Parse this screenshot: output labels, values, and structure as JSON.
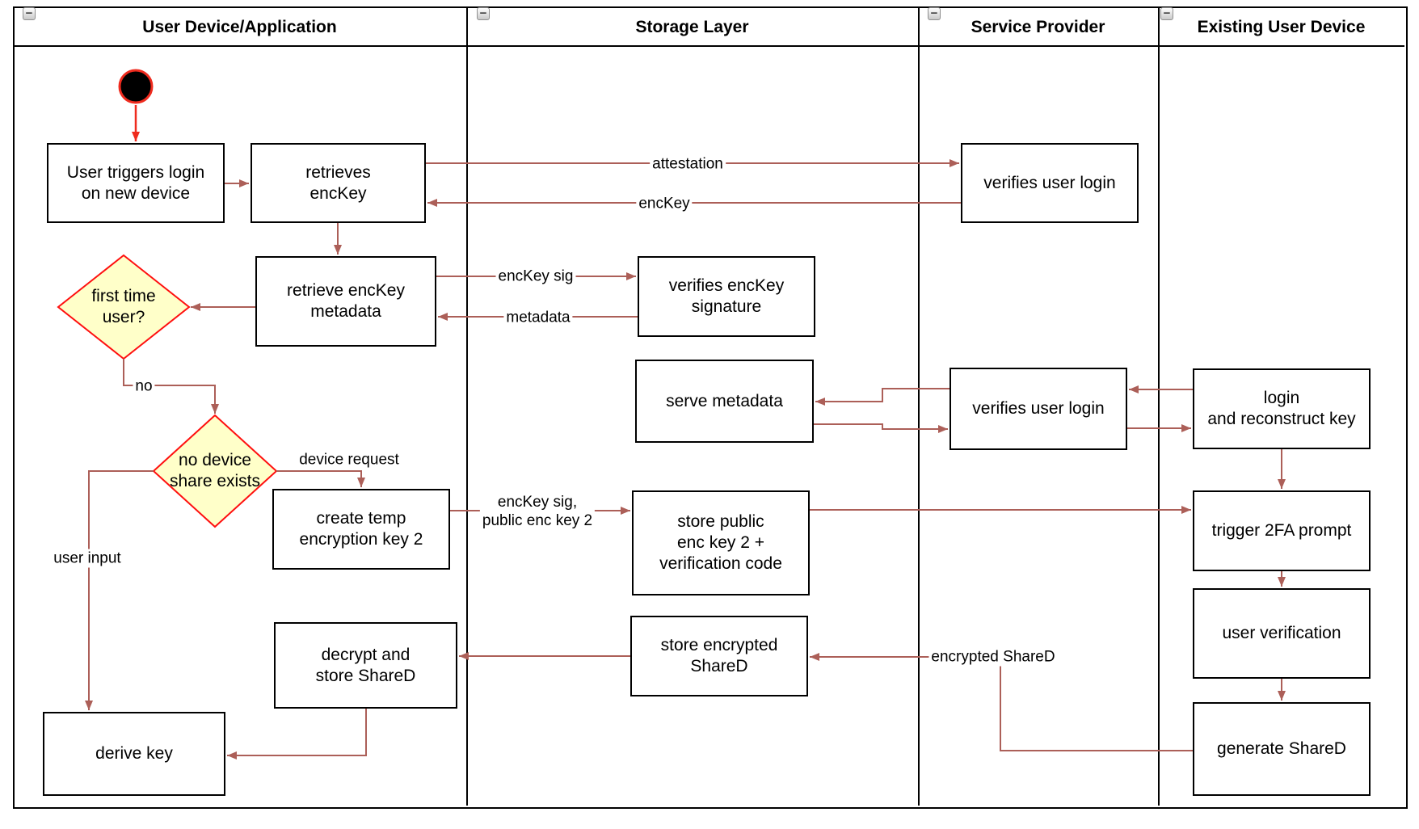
{
  "lanes": [
    {
      "title": "User Device/Application"
    },
    {
      "title": "Storage Layer"
    },
    {
      "title": "Service Provider"
    },
    {
      "title": "Existing User Device"
    }
  ],
  "icons": {
    "collapse": "−"
  },
  "nodes": {
    "user_triggers": "User triggers login\non new device",
    "retrieves_enckey": "retrieves\nencKey",
    "verifies_login_1": "verifies user login",
    "retrieve_metadata": "retrieve encKey\nmetadata",
    "verifies_signature": "verifies encKey\nsignature",
    "serve_metadata": "serve metadata",
    "verifies_login_2": "verifies user login",
    "login_reconstruct": "login\nand reconstruct key",
    "create_temp_key": "create temp\nencryption key 2",
    "store_public_key": "store public\nenc key 2 +\nverification code",
    "trigger_2fa": "trigger 2FA prompt",
    "user_verification": "user verification",
    "generate_shared": "generate ShareD",
    "store_encrypted": "store encrypted\nShareD",
    "decrypt_store": "decrypt and\nstore ShareD",
    "derive_key": "derive key"
  },
  "decisions": {
    "first_time": "first time\nuser?",
    "no_device_share": "no device\nshare exists"
  },
  "edge_labels": {
    "attestation": "attestation",
    "enckey": "encKey",
    "enckey_sig": "encKey sig",
    "metadata": "metadata",
    "no": "no",
    "device_request": "device request",
    "enckey_sig_public": "encKey sig,\npublic enc key 2",
    "user_input": "user input",
    "encrypted_shared": "encrypted ShareD"
  },
  "colors": {
    "arrow": "#AC5F58",
    "start_accent": "#EF2B1E",
    "decision_border": "#FF0F0F",
    "decision_fill": "#FFFFC9",
    "shape_border": "#000000",
    "shape_fill": "#FFFFFF"
  }
}
